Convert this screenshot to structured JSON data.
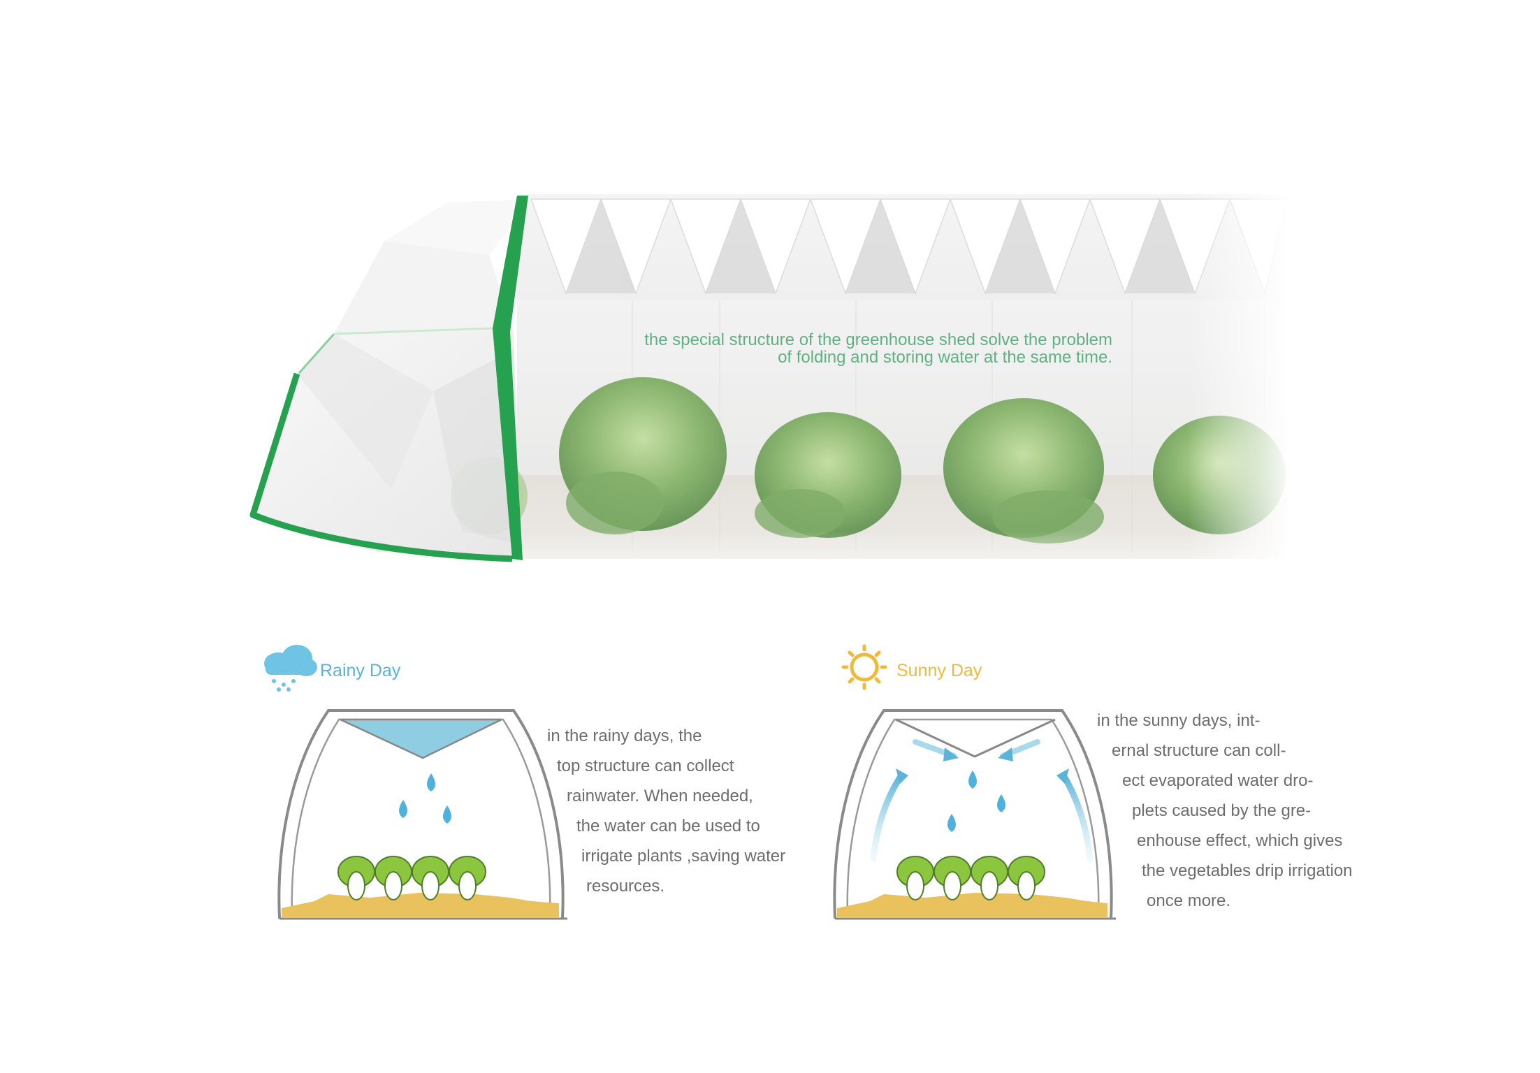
{
  "caption": {
    "line1": "the special structure of the greenhouse shed solve the problem",
    "line2": "of folding and storing water at the same time."
  },
  "rainy": {
    "icon": "rain-cloud-icon",
    "title": "Rainy Day",
    "lines": [
      "in the rainy days, the",
      "top structure can collect",
      "rainwater. When needed,",
      "the water can be used to",
      "irrigate plants ,saving water",
      "resources."
    ]
  },
  "sunny": {
    "icon": "sun-icon",
    "title": "Sunny Day",
    "lines": [
      "in the sunny days, int-",
      "ernal structure can coll-",
      "ect evaporated water dro-",
      "plets caused by the gre-",
      "enhouse effect, which gives",
      "the vegetables drip irrigation",
      "once more."
    ]
  },
  "colors": {
    "frame_green": "#26a150",
    "water_blue": "#8ecde2",
    "drop_blue": "#4fb2dc",
    "soil": "#e9c15d",
    "plant_green": "#8cc63f",
    "sun": "#f0b93a"
  }
}
